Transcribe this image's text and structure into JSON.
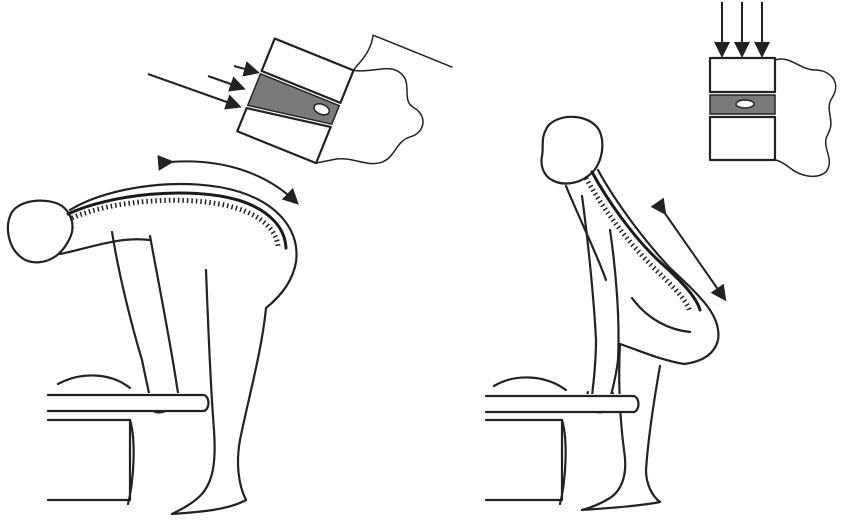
{
  "figure": {
    "panels": [
      {
        "id": "left",
        "posture": "bent-back-lift",
        "force": "oblique",
        "disc_state": "compressed-anteriorly"
      },
      {
        "id": "right",
        "posture": "squat-lift",
        "force": "axial",
        "disc_state": "even"
      }
    ],
    "colors": {
      "ink": "#222222",
      "disc": "#7a7a7a",
      "background": "#ffffff"
    }
  }
}
